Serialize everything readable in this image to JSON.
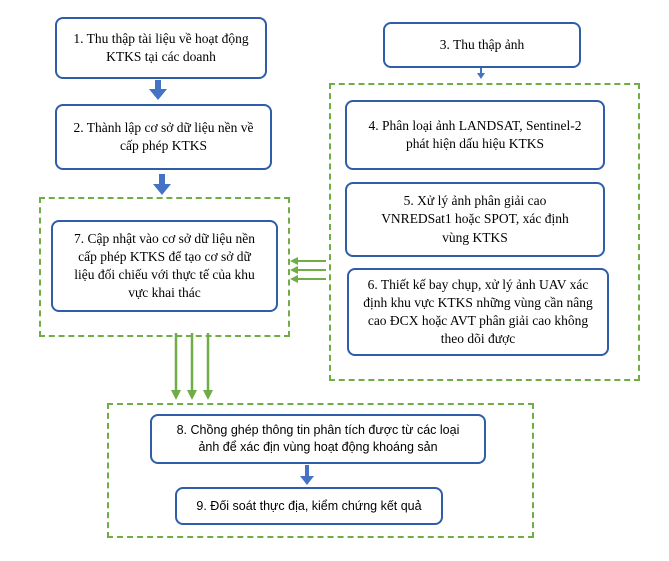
{
  "colors": {
    "box_border": "#2f5da8",
    "arrow_blue": "#4472c4",
    "arrow_green": "#70ad47",
    "group_border": "#70ad47"
  },
  "steps": {
    "s1": "1. Thu thập tài liệu về hoạt động KTKS tại các doanh",
    "s2": "2. Thành lập cơ sở dữ liệu nền về cấp phép KTKS",
    "s3": "3. Thu thập ảnh",
    "s4": "4. Phân loại ảnh LANDSAT, Sentinel-2 phát hiện dấu hiệu KTKS",
    "s5": "5. Xử lý ảnh phân giải cao VNREDSat1 hoặc SPOT, xác định vùng KTKS",
    "s6": "6. Thiết kế bay chụp, xử lý ảnh UAV xác định khu vực KTKS những vùng cần nâng cao ĐCX hoặc AVT phân giải cao không theo dõi được",
    "s7": "7. Cập nhật vào cơ sở dữ liệu nền cấp phép KTKS để tạo cơ sở dữ liệu đối chiếu với thực tế của khu vực khai thác",
    "s8": "8. Chồng ghép thông tin phân tích được từ các loại ảnh để xác địn vùng hoạt động khoáng sản",
    "s9": "9. Đối soát thực địa, kiểm chứng kết quả"
  }
}
